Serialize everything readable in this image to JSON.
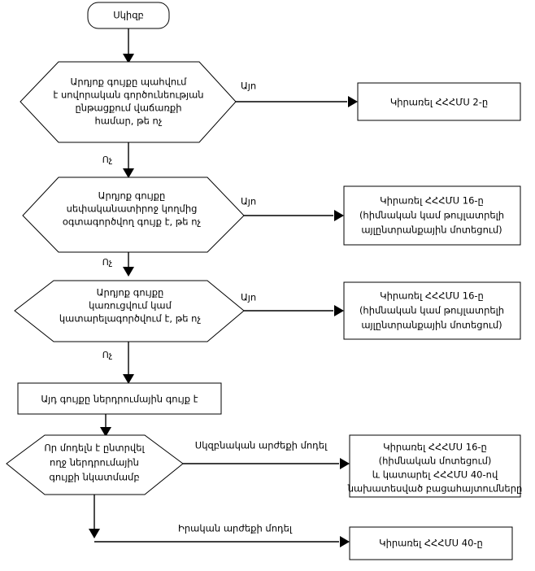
{
  "diagram": {
    "title": "Investment property classification flowchart",
    "language": "hy",
    "colors": {
      "background": "#ffffff",
      "stroke": "#000000",
      "text": "#000000",
      "fill": "#ffffff"
    }
  },
  "nodes": {
    "start": {
      "type": "terminator",
      "label": "Սկիզբ"
    },
    "decision1": {
      "type": "decision",
      "lines": [
        "Արդյոք գույքը պահվում",
        "է սովորական գործունեության",
        "ընթացքում վաճառքի",
        "համար, թե ոչ"
      ]
    },
    "decision2": {
      "type": "decision",
      "lines": [
        "Արդյոք գույքը",
        "սեփականատիրոջ կողմից",
        "օգտագործվող գույք է, թե ոչ"
      ]
    },
    "decision3": {
      "type": "decision",
      "lines": [
        "Արդյոք գույքը",
        "կառուցվում կամ",
        "կատարելագործվում է, թե ոչ"
      ]
    },
    "process_investment": {
      "type": "process",
      "lines": [
        "Այդ գույքը ներդրումային գույք է"
      ]
    },
    "decision4": {
      "type": "decision",
      "lines": [
        "Որ մոդելն է ընտրվել",
        "ողջ ներդրումային",
        "գույքի նկատմամբ"
      ]
    },
    "result1": {
      "type": "process",
      "lines": [
        "Կիրառել ՀՀՀՄՍ 2-ը"
      ]
    },
    "result2": {
      "type": "process",
      "lines": [
        "Կիրառել ՀՀՀՄՍ 16-ը",
        "(հիմնական կամ թույլատրելի",
        "այլընտրանքային մոտեցում)"
      ]
    },
    "result3": {
      "type": "process",
      "lines": [
        "Կիրառել ՀՀՀՄՍ 16-ը",
        "(հիմնական կամ թույլատրելի",
        "այլընտրանքային մոտեցում)"
      ]
    },
    "result4": {
      "type": "process",
      "lines": [
        "Կիրառել ՀՀՀՄՍ 16-ը",
        "(հիմնական մոտեցում)",
        "և կատարել ՀՀՀՄՍ 40-ով",
        "նախատեսված բացահայտումները"
      ]
    },
    "result5": {
      "type": "process",
      "lines": [
        "Կիրառել ՀՀՀՄՍ 40-ը"
      ]
    }
  },
  "edges": {
    "yes1": "Այո",
    "yes2": "Այո",
    "yes3": "Այո",
    "no1": "Ոչ",
    "no2": "Ոչ",
    "no3": "Ոչ",
    "cost_model": "Սկզբնական արժեքի մոդել",
    "fair_value_model": "Իրական արժեքի մոդել"
  }
}
